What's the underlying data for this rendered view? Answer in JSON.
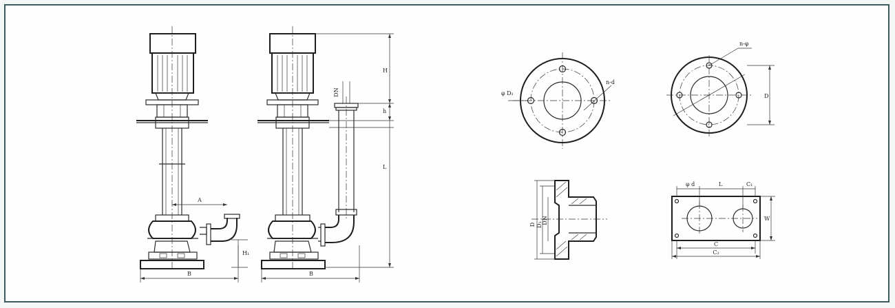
{
  "labels": {
    "pump1_A": "A",
    "pump1_B": "B",
    "pump1_H1": "H₁",
    "pump2_B": "B",
    "pump2_top": "H",
    "pump2_L": "L",
    "pump2_h": "h",
    "pump2_dn": "DN",
    "flange1_nd": "n-d",
    "flange1_ch": "φ D₁",
    "flange2_nd": "n-φ",
    "flange2_dim": "D",
    "side_D": "D",
    "side_D1": "D₁",
    "side_DN": "DN",
    "base_left": "φ d",
    "base_mid": "L",
    "base_right": "C₁",
    "base_inner": "C",
    "base_outer": "C₂",
    "base_side": "W"
  }
}
